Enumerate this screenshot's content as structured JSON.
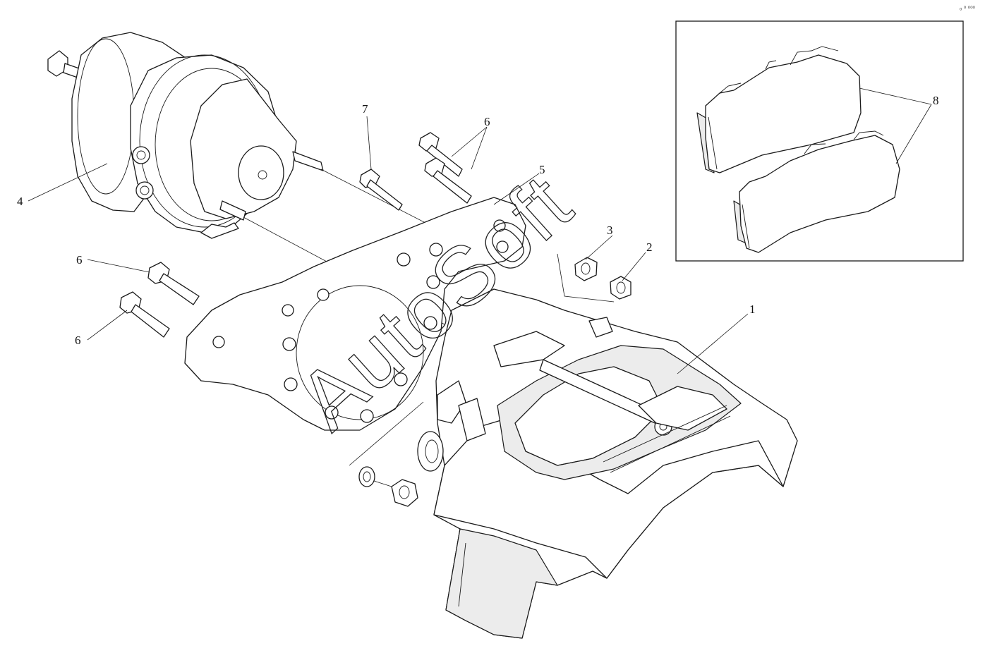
{
  "diagram": {
    "callouts": [
      {
        "id": "1",
        "label": "1"
      },
      {
        "id": "2",
        "label": "2"
      },
      {
        "id": "3",
        "label": "3"
      },
      {
        "id": "4",
        "label": "4"
      },
      {
        "id": "5",
        "label": "5"
      },
      {
        "id": "6a",
        "label": "6"
      },
      {
        "id": "6b",
        "label": "6"
      },
      {
        "id": "6c",
        "label": "6"
      },
      {
        "id": "7",
        "label": "7"
      },
      {
        "id": "8",
        "label": "8"
      }
    ],
    "watermark": "AutoSoft",
    "corner_mark": "ₒ ᵒ ᵒᵒᵒ"
  }
}
